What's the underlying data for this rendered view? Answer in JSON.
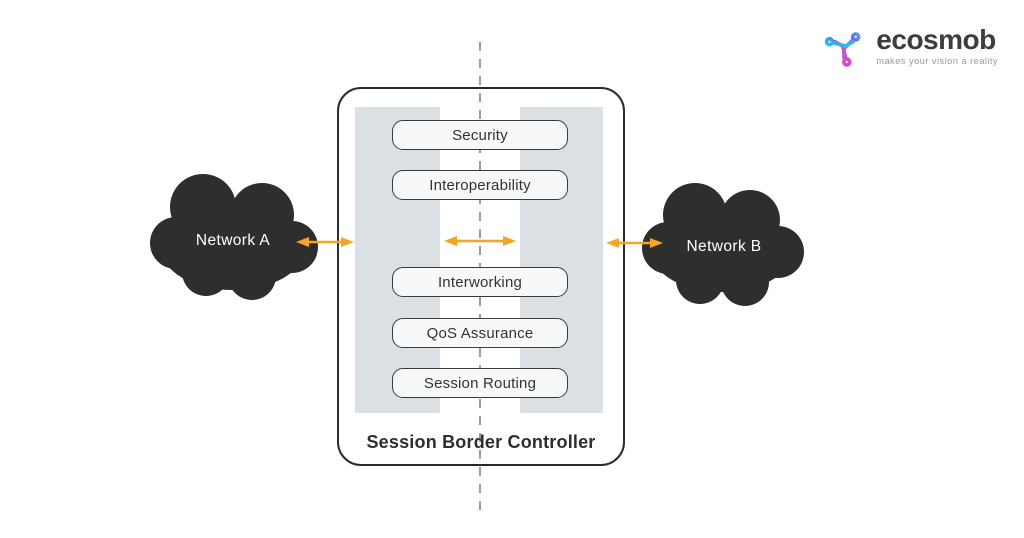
{
  "logo": {
    "brand": "ecosmob",
    "tagline": "makes your vision a reality"
  },
  "diagram": {
    "title": "Session Border Controller",
    "network_a": "Network A",
    "network_b": "Network B",
    "functions": [
      {
        "label": "Security"
      },
      {
        "label": "Interoperability"
      },
      {
        "label": "Interworking"
      },
      {
        "label": "QoS Assurance"
      },
      {
        "label": "Session Routing"
      }
    ],
    "colors": {
      "arrow": "#F5A623",
      "cloud": "#2E2E2E",
      "panel_gray": "#DAE0E4",
      "pill_fill": "#F7F8F9",
      "container_border": "#2B2B2B",
      "dashed_line": "#9B9B9B",
      "pill_text": "#333333",
      "cloud_text": "#FFFFFF"
    }
  }
}
